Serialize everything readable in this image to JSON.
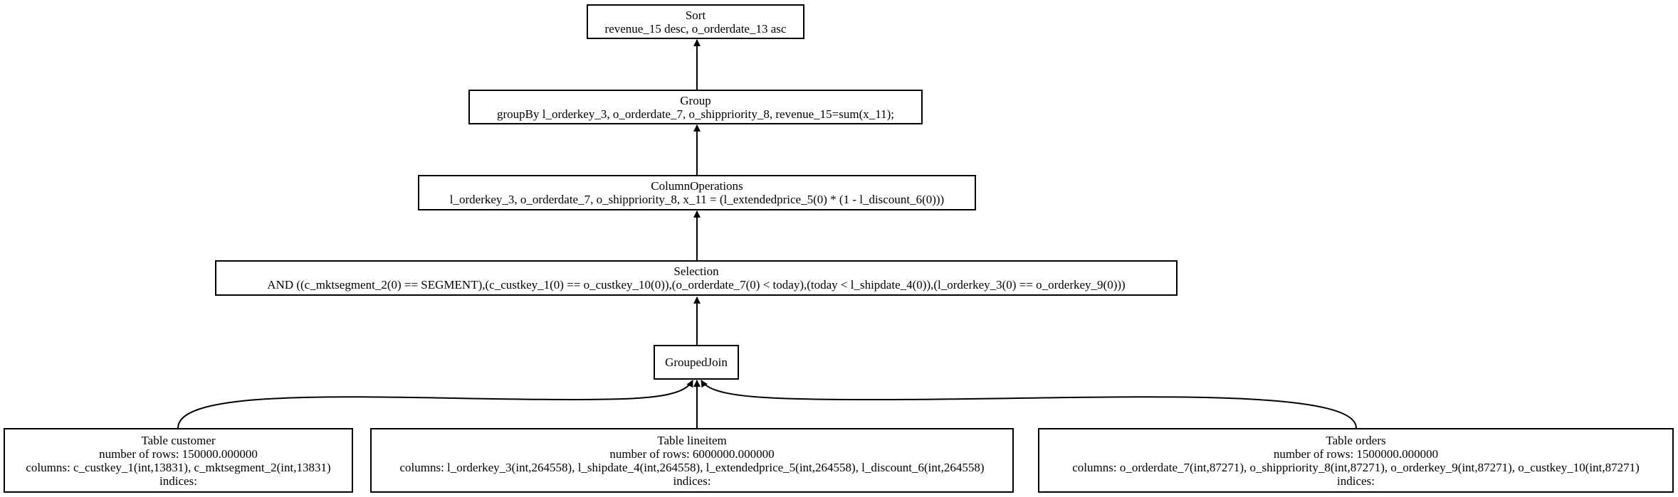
{
  "diagram": {
    "type": "query-plan-tree",
    "colors": {
      "stroke": "#000000",
      "background": "#ffffff"
    },
    "nodes": {
      "sort": {
        "title": "Sort",
        "detail": "revenue_15 desc, o_orderdate_13 asc"
      },
      "group": {
        "title": "Group",
        "detail": "groupBy l_orderkey_3, o_orderdate_7, o_shippriority_8, revenue_15=sum(x_11);"
      },
      "column_operations": {
        "title": "ColumnOperations",
        "detail": "l_orderkey_3, o_orderdate_7, o_shippriority_8, x_11 = (l_extendedprice_5(0) * (1 - l_discount_6(0)))"
      },
      "selection": {
        "title": "Selection",
        "detail": "AND ((c_mktsegment_2(0) == SEGMENT),(c_custkey_1(0) == o_custkey_10(0)),(o_orderdate_7(0) < today),(today < l_shipdate_4(0)),(l_orderkey_3(0) == o_orderkey_9(0)))"
      },
      "grouped_join": {
        "title": "GroupedJoin"
      },
      "table_customer": {
        "title": "Table customer",
        "rows": "number of rows: 150000.000000",
        "columns": "columns: c_custkey_1(int,13831), c_mktsegment_2(int,13831)",
        "indices": "indices:"
      },
      "table_lineitem": {
        "title": "Table lineitem",
        "rows": "number of rows: 6000000.000000",
        "columns": "columns: l_orderkey_3(int,264558), l_shipdate_4(int,264558), l_extendedprice_5(int,264558), l_discount_6(int,264558)",
        "indices": "indices:"
      },
      "table_orders": {
        "title": "Table orders",
        "rows": "number of rows: 1500000.000000",
        "columns": "columns: o_orderdate_7(int,87271), o_shippriority_8(int,87271), o_orderkey_9(int,87271), o_custkey_10(int,87271)",
        "indices": "indices:"
      }
    },
    "edges": [
      {
        "from": "group",
        "to": "sort"
      },
      {
        "from": "column_operations",
        "to": "group"
      },
      {
        "from": "selection",
        "to": "column_operations"
      },
      {
        "from": "grouped_join",
        "to": "selection"
      },
      {
        "from": "table_customer",
        "to": "grouped_join"
      },
      {
        "from": "table_lineitem",
        "to": "grouped_join"
      },
      {
        "from": "table_orders",
        "to": "grouped_join"
      }
    ]
  }
}
